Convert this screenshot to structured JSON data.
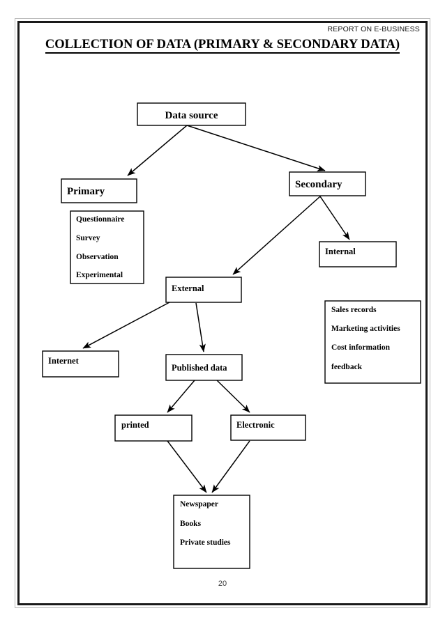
{
  "document": {
    "running_head": "REPORT ON E-BUSINESS",
    "title": "COLLECTION OF DATA (PRIMARY & SECONDARY DATA)",
    "page_number": "20"
  },
  "diagram": {
    "type": "flowchart",
    "nodes": {
      "data_source": "Data source",
      "primary": "Primary",
      "secondary": "Secondary",
      "internal": "Internal",
      "external": "External",
      "internet": "Internet",
      "published_data": "Published data",
      "printed": "printed",
      "electronic": "Electronic"
    },
    "primary_methods": [
      "Questionnaire",
      "Survey",
      "Observation",
      "Experimental"
    ],
    "internal_sources": [
      "Sales records",
      "Marketing activities",
      "Cost information",
      "feedback"
    ],
    "printed_media": [
      "Newspaper",
      "Books",
      "Private studies"
    ],
    "edges": [
      {
        "from": "data_source",
        "to": "primary"
      },
      {
        "from": "data_source",
        "to": "secondary"
      },
      {
        "from": "secondary",
        "to": "internal"
      },
      {
        "from": "secondary",
        "to": "external"
      },
      {
        "from": "external",
        "to": "internet"
      },
      {
        "from": "external",
        "to": "published_data"
      },
      {
        "from": "published_data",
        "to": "printed"
      },
      {
        "from": "published_data",
        "to": "electronic"
      },
      {
        "from": "printed",
        "to": "printed_media_box"
      },
      {
        "from": "electronic",
        "to": "printed_media_box"
      }
    ]
  },
  "colors": {
    "ink": "#000000",
    "paper": "#ffffff",
    "border_outer": "#b9b9b9",
    "border_inner": "#1a1a1a"
  }
}
